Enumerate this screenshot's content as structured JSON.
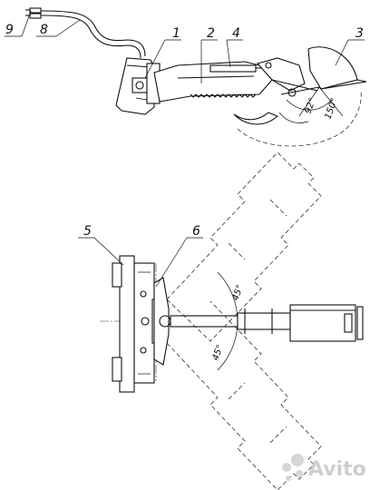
{
  "labels": {
    "l1": "1",
    "l2": "2",
    "l3": "3",
    "l4": "4",
    "l5": "5",
    "l6": "6",
    "l8": "8",
    "l9": "9"
  },
  "angles": {
    "top_small": "92°",
    "top_large": "150°",
    "plan_upper": "45°",
    "plan_lower": "45°"
  },
  "watermark": {
    "text": "Avito"
  }
}
